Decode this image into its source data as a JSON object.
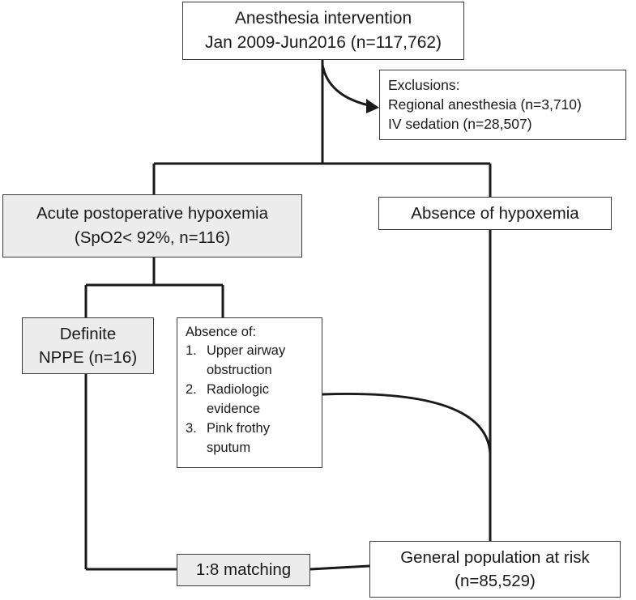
{
  "nodes": {
    "intervention": {
      "line1": "Anesthesia intervention",
      "line2": "Jan 2009-Jun2016 (n=117,762)"
    },
    "exclusions": {
      "title": "Exclusions:",
      "items": [
        "Regional anesthesia (n=3,710)",
        "IV sedation (n=28,507)"
      ]
    },
    "hypoxemia": {
      "line1": "Acute postoperative hypoxemia",
      "line2": "(SpO2< 92%, n=116)"
    },
    "absence_hypoxemia": {
      "label": "Absence of hypoxemia"
    },
    "definite_nppe": {
      "line1": "Definite",
      "line2": "NPPE (n=16)"
    },
    "absence_of": {
      "title": "Absence of:",
      "items": [
        {
          "num": "1.",
          "line1": "Upper airway",
          "line2": "obstruction"
        },
        {
          "num": "2.",
          "line1": "Radiologic",
          "line2": "evidence"
        },
        {
          "num": "3.",
          "line1": "Pink frothy",
          "line2": "sputum"
        }
      ]
    },
    "matching": {
      "label": "1:8 matching"
    },
    "general_population": {
      "line1": "General population at risk",
      "line2": "(n=85,529)"
    }
  },
  "colors": {
    "line": "#1a1a1a",
    "border": "#3a3a3a",
    "grey_fill": "#ececec",
    "text": "#1a1a1a"
  }
}
